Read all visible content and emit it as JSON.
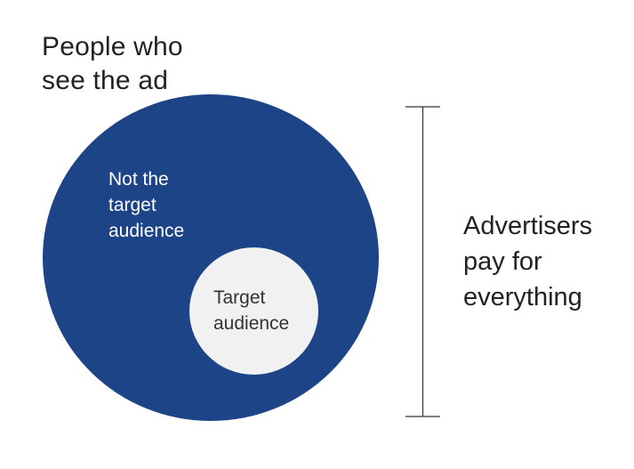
{
  "title": {
    "line1": "People who",
    "line2": "see the ad"
  },
  "outer_circle": {
    "color": "#1e4488",
    "label_line1": "Not the",
    "label_line2": "target",
    "label_line3": "audience"
  },
  "inner_circle": {
    "color": "#f1f1f1",
    "label_line1": "Target",
    "label_line2": "audience"
  },
  "side_label": {
    "line1": "Advertisers",
    "line2": "pay for",
    "line3": "everything"
  }
}
